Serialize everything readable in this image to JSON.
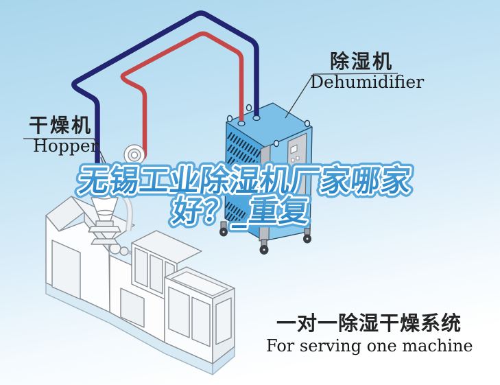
{
  "headline": {
    "line1": "无锡工业除湿机厂家哪家",
    "line2": "好？_重复",
    "fill_top": "#55a7da",
    "fill_bottom": "#1e7ec4",
    "outline_color": "#ffffff",
    "edge_color": "#5aa9dc"
  },
  "labels": {
    "hopper": {
      "zh": "干燥机",
      "en": "Hopper"
    },
    "dehumidifier": {
      "zh": "除湿机",
      "en": "Dehumidifier"
    }
  },
  "caption": {
    "zh": "一对一除湿干燥系统",
    "en": "For serving one machine"
  },
  "colors": {
    "supply_pipe": "#23246f",
    "return_pipe": "#c64747",
    "dehumidifier_body": "#4fa8dd",
    "dehumidifier_top": "#7cc0e8",
    "dehumidifier_side": "#8ccbee",
    "sky_top": "#a9d5ec"
  }
}
